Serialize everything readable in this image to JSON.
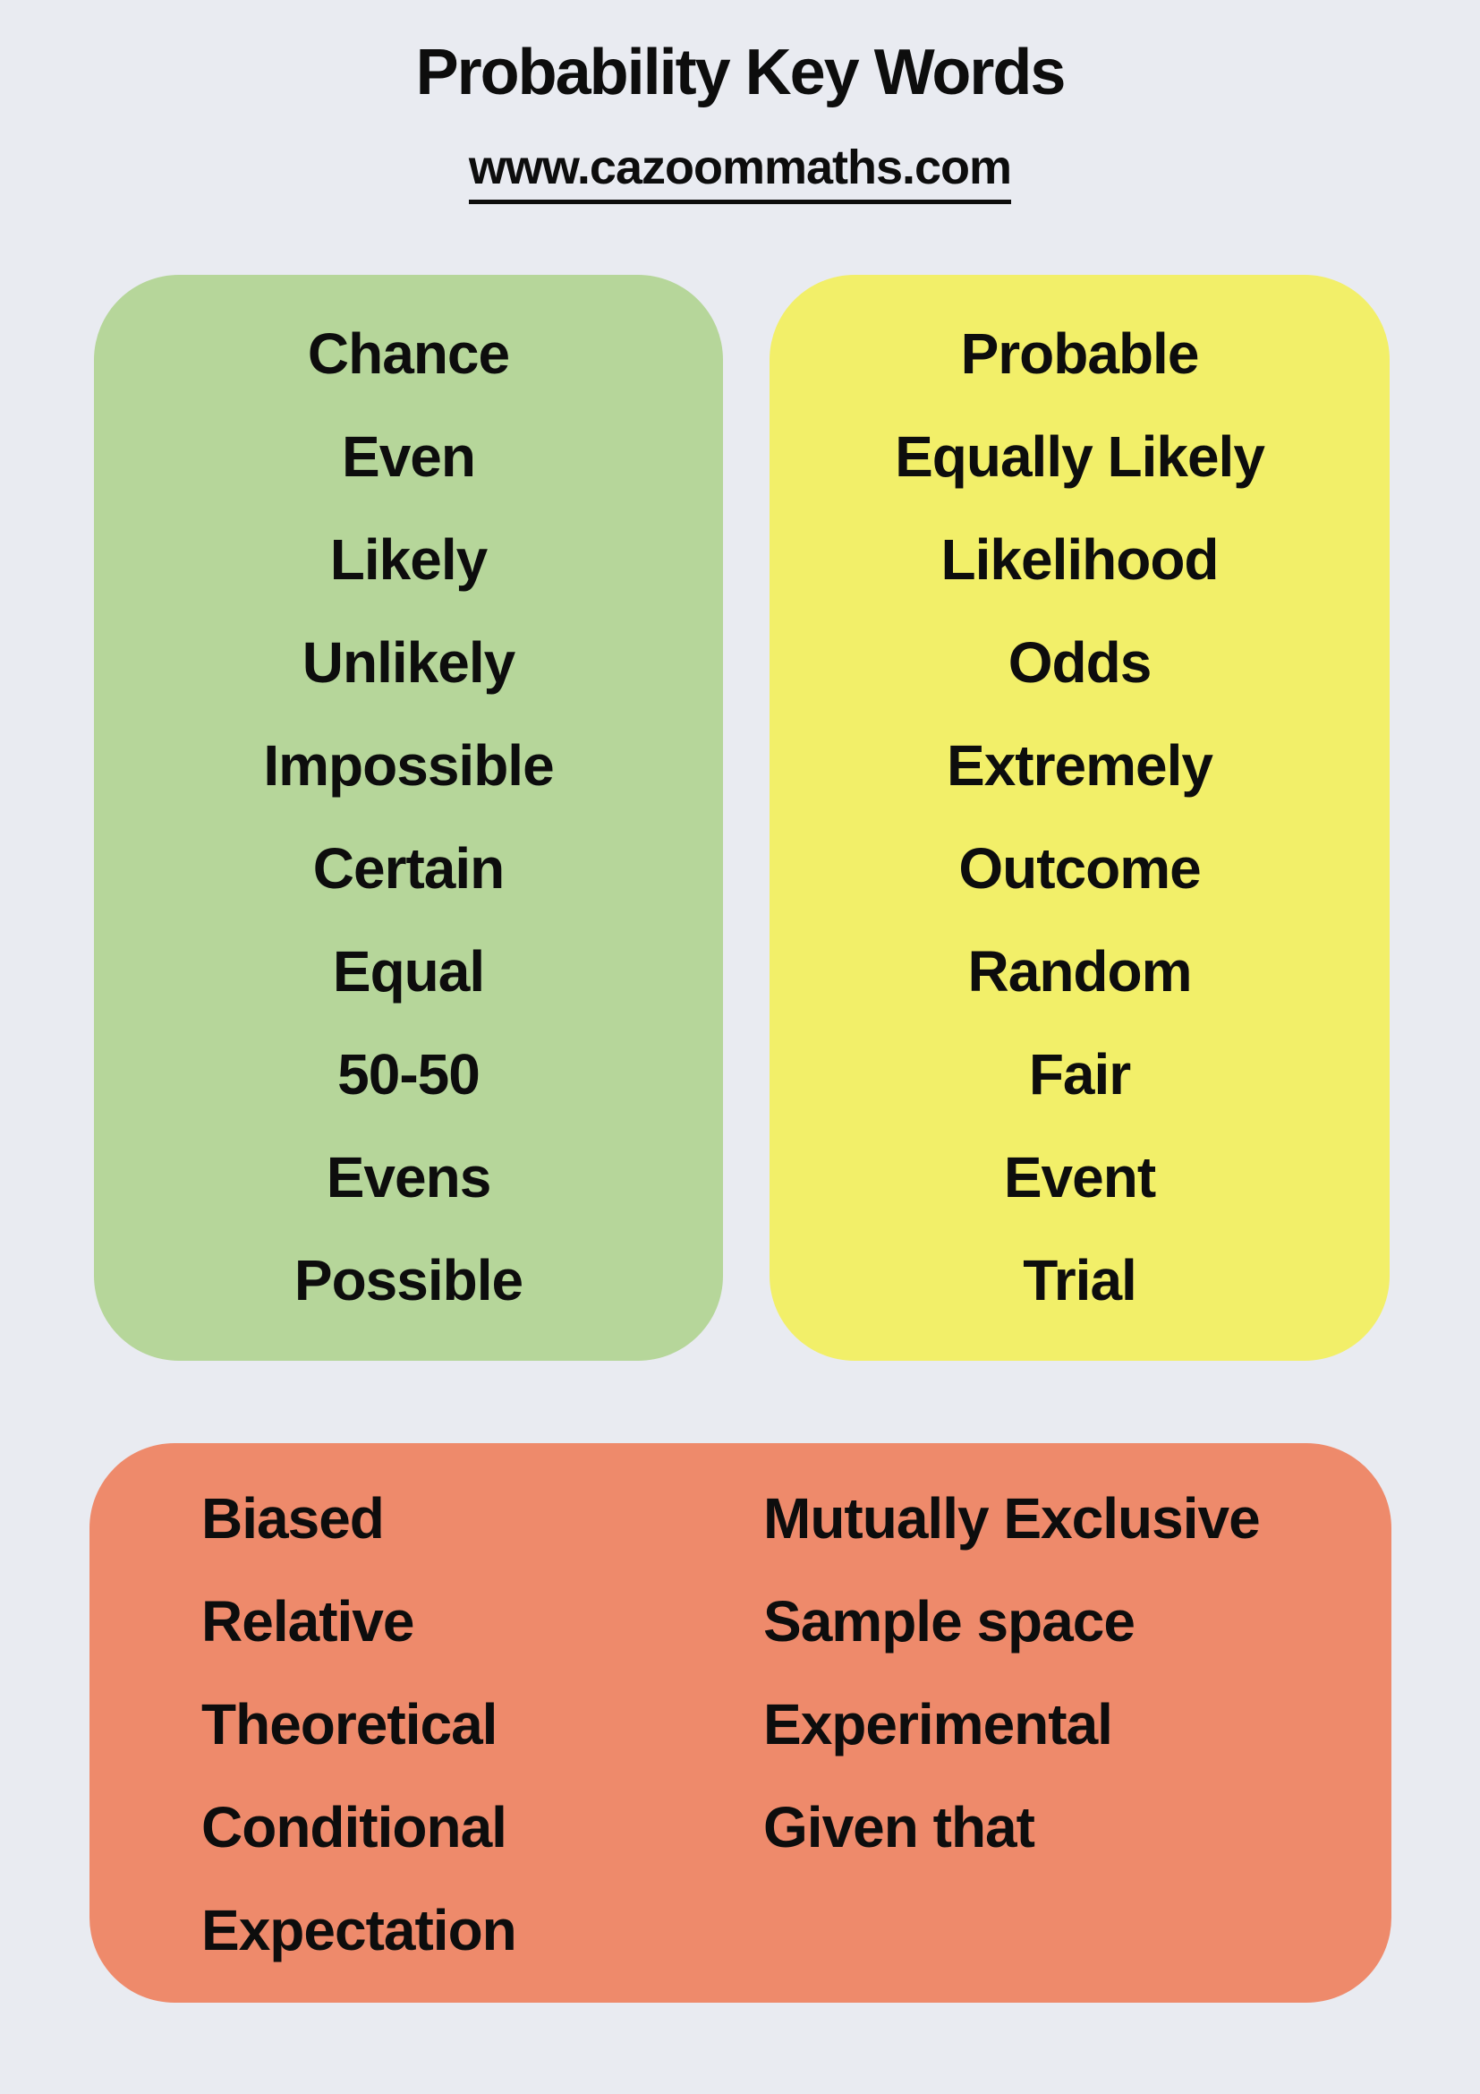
{
  "page": {
    "title": "Probability Key Words",
    "url": "www.cazoommaths.com",
    "background_color": "#e9ebf1",
    "text_color": "#0d0d0d"
  },
  "boxes": {
    "green": {
      "color": "#b6d69a",
      "words": [
        "Chance",
        "Even",
        "Likely",
        "Unlikely",
        "Impossible",
        "Certain",
        "Equal",
        "50-50",
        "Evens",
        "Possible"
      ]
    },
    "yellow": {
      "color": "#f2ef69",
      "words": [
        "Probable",
        "Equally Likely",
        "Likelihood",
        "Odds",
        "Extremely",
        "Outcome",
        "Random",
        "Fair",
        "Event",
        "Trial"
      ]
    },
    "red": {
      "color": "#ee8a6b",
      "words_left": [
        "Biased",
        "Relative",
        "Theoretical",
        "Conditional",
        "Expectation"
      ],
      "words_right": [
        "Mutually Exclusive",
        "Sample space",
        "Experimental",
        "Given that"
      ]
    }
  }
}
